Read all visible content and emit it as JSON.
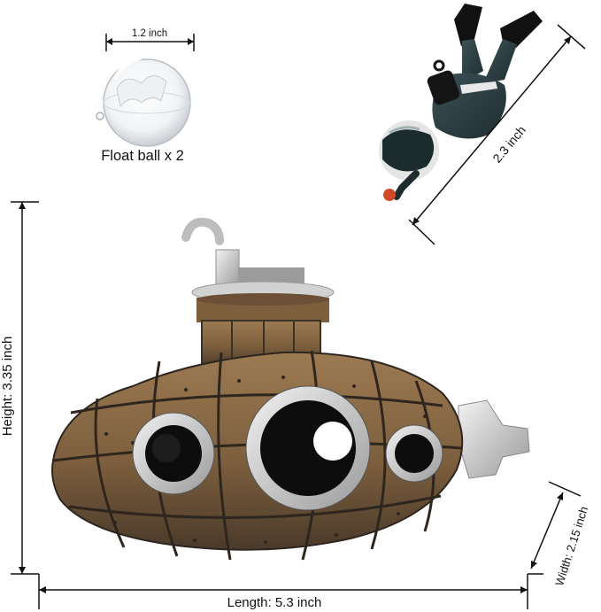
{
  "labels": {
    "ball_dim": "1.2 inch",
    "ball_caption": "Float ball x 2",
    "diver_dim": "2.3 inch",
    "height": "Height:  3.35 inch",
    "length": "Length:  5.3 inch",
    "width": "Width:  2.15 inch"
  },
  "colors": {
    "background": "#ffffff",
    "submarine_bronze": "#8a6a45",
    "submarine_dark": "#3a3128",
    "rim_silver": "#c9c9c9",
    "diver_suit": "#2f4246",
    "line": "#111111"
  },
  "objects": [
    "float-ball",
    "diver-figure",
    "submarine-ornament"
  ]
}
